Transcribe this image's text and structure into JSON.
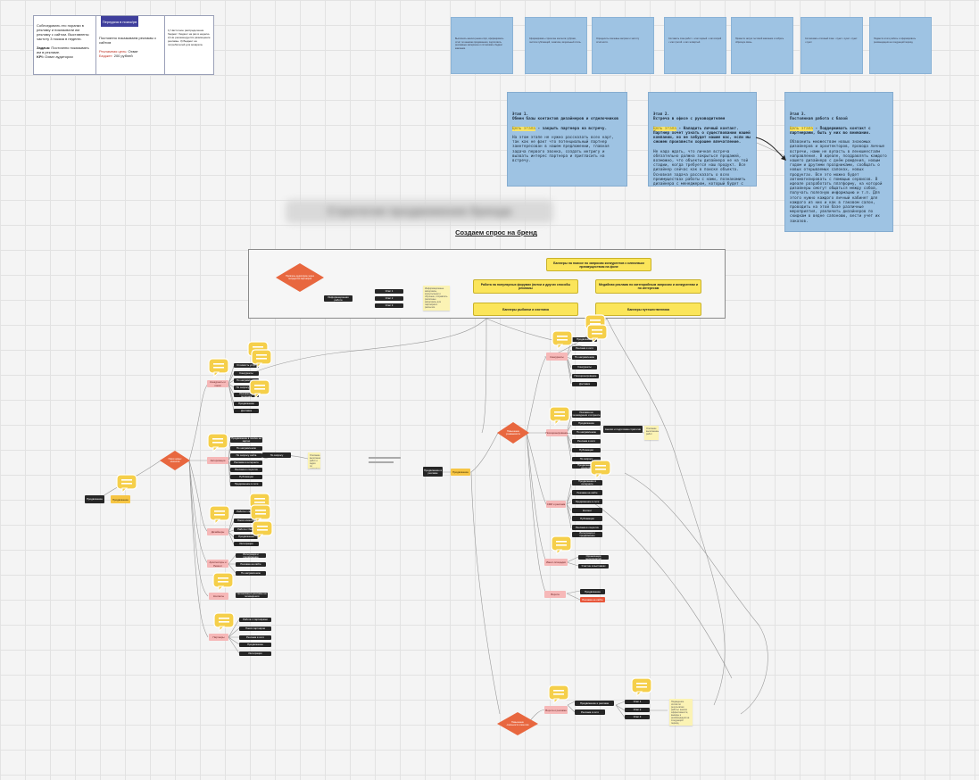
{
  "info_card": {
    "tag": "Передача в поиск/рв",
    "col1_line1": "Собеседовать это поранки в рекламу и показывали им рекламу с сайтом. Выставлены частоту 3 показа в неделю.",
    "col1_task_label": "Задача:",
    "col1_task_text": "Постоянно показывать им в рекламе.",
    "col1_kpi_label": "KPI:",
    "col1_kpi_text": "Охват аудитории",
    "col2_line1": "Постоянно показываем рекламы с сайтом",
    "col2_goal_label": "Рекламная цель:",
    "col2_goal_text": "Охват",
    "col2_budget_label": "Бюджет:",
    "col2_budget_text": "200 рублей",
    "col3_text": "1) Частотное распределение бюджет: бюджет на раз в неделю. 2) Не рекомендуется размещение рекламы. 3) Бюджет на потребителей для возврата."
  },
  "top_blue": [
    "Выполнить анализ рынка и ЦА, сформировать отчёт по каналам продвижения, подготовить рекламные материалы и согласовать бюджет кампании.",
    "Сформировать стратегию контента: рубрики, частота публикаций, тематика, визуальный стиль.",
    "Определить ключевые метрики и частоту отчётности.",
    "Составить план работ: • этап первый • этап второй • этап третий • этап четвёртый",
    "Провести запуск тестовой кампании и собрать обратную связь.",
    "Согласовать итоговый план: • пункт • пункт • пункт • пункт",
    "Подвести итоги работы и сформировать рекомендации на следующий период."
  ],
  "stages": [
    {
      "title": "Этап 1.",
      "subtitle": "Обмен базы контактов дизайнеров и отделочников",
      "goal": "Цель этапа",
      "goal_rest": " - закрыть партнера на встречу.",
      "body": "На этом этапе не нужно рассказать всех карт, так как не факт что потенциальный партнер заинтересован в нашем предложении, главная задача первого звонка, создать интригу и вызвать интерес партнера и пригласить на встречу."
    },
    {
      "title": "Этап 2.",
      "subtitle": "Встреча в офисе с руководителем",
      "goal": "Цель этапа",
      "goal_rest": " - Наладить личный контакт. Партнер хочет узнать о существовании нашей компании, но не забудет нашим нас, если мы сможем произвести хорошее впечатление.",
      "body": "Не надо ждать, что личная встреча обязательно должна закрыться продажей, возможно, что объекты дизайнера не на той стадии, когда требуется наш продукт. Все дизайнер сейчас как в поиске объекта. Основная задача рассказать о всех преимуществах работы с нами, познакомить дизайнера с менеджером, который будет с ним работать на стороне салона."
    },
    {
      "title": "Этап 3.",
      "subtitle": "Постоянная работа с базой",
      "goal": "Цель этапа",
      "goal_rest": " - Поддерживать контакт с партнерами, быть у них во внимании.",
      "body": "Обзвонить множеством новых знакомых дизайнеров и архитекторов, провода личные встречи, нами не вупасть в ленкшеесталм направления. В идеале, поздравлять каждого нашего дизайнера с днём рождения, новым годом и другими праздниками, сообщать о новых открываемых салонах, новых продуктах. Все это можно будет автоматизировать с помощью сервисов. В идеале разработать платформу, на которой дизайнеры смогут общаться между собой, получать полезную информацию и т.п. Для этого нужно каждого личный кабинет для каждого из них и как в таковом салон, проводить на этой базе различные мероприятия, увеличить дизайнеров по скидкам в ведне сапоновю, вести учет их заказов."
    }
  ],
  "blurred_heading": "Стратегия продвижения бренда",
  "section_title": "Создаем спрос на бренд",
  "frame": {
    "diamond_left": "Привлечь аудиторию через посредство партнёров",
    "black_node": "Информационная работа",
    "node_list": [
      "Этап 1",
      "Этап 2",
      "Этап 3"
    ],
    "note": "Информационные материалы, консультации и обучение, отправлять различные материалы для партнёров и рассылок.",
    "yellow_top": "Баннеры на поиске по запросам конкурентов с ключевым преимуществом на фоне",
    "yellow_mid_left": "Работа на популярных форумах (вотки и других способы рекламы",
    "yellow_mid_right": "Медийная реклама по категорийным запросам и конкурентам и по интересам",
    "yellow_bottom_left": "Баннеры рыбалки и охотника",
    "yellow_bottom_right": "Баннеры путешественника"
  },
  "left_tree": {
    "root": "Продвижение",
    "root_child": "Продвижение",
    "diamond": "Поиск новых клиентов",
    "b1": "Конкуренты и поиск",
    "b1_items": [
      "Стоимость услуг",
      "Конкуренты",
      "По направлению",
      "По запросу сайта",
      "Реклама по регионам",
      "Продвижение",
      "Доставка"
    ],
    "b2": "Авторизация",
    "b2_items": [
      "Продвижение в поиске на картах",
      "По направлению",
      "По запросу сайта",
      "Реклама в интернете",
      "Реклама в соцсетях",
      "Публикации",
      "Продвижение в сети",
      "По запросу"
    ],
    "b2_note": "Описание выполненных работ и задач по направлению",
    "b3": "Дизайнеры",
    "b3_items": [
      "Работа с сайтом",
      "Поиск клиентов",
      "Работа с базой",
      "Продвижение",
      "Интеграция"
    ],
    "b4": "Архитекторы и Ремонт",
    "b4_items": [
      "Интеграция и продвижение",
      "Реклама на сайте",
      "По направлению"
    ],
    "b5": "Контакты",
    "b5_items": [
      "Организация рекламы на телевидении"
    ],
    "b6": "Партнеры",
    "b6_items": [
      "Работа с партнёрами",
      "Поиск партнёров",
      "Реклама в сети",
      "Продвижение",
      "Интеграция"
    ]
  },
  "legend_lines": [
    "—",
    "—"
  ],
  "right_tree": {
    "root": "Продвижение в рекламе",
    "root_child": "Продвижение",
    "diamond": "Повышение узнаваемости",
    "c1": "Конкуренты",
    "c1_items": [
      "Продвижение",
      "Реклама в сети",
      "По направлению",
      "Конкуренты",
      "Позиционирование",
      "Доставка"
    ],
    "c2": "Позиционирование",
    "c2_items": [
      "Реклама на телевидении и в прессе",
      "Продвижение",
      "По направлению",
      "Реклама в сети",
      "Публикации",
      "По запросу",
      "Продвижение в соцсетях"
    ],
    "c2_note": "Описание выполненных работ",
    "c2_mid": "Анализ и подготовка стратегии",
    "c3": "СМИ и реклама",
    "c3_items": [
      "Продвижение в интернете",
      "Реклама на сайте",
      "Продвижение в сети",
      "Контент",
      "Публикации",
      "Реклама в соцсетях",
      "Интеграция и продвижение"
    ],
    "c4": "Ивент-площадки",
    "c4_items": [
      "Организация мероприятий",
      "Участие в выставках"
    ],
    "c5": "Ворота",
    "c5_items": [
      "Продвижение",
      "Реклама на сайте"
    ],
    "c6": "Ворота и реклама",
    "c6_items": [
      "Продвижение и реклама",
      "Реклама в сети"
    ],
    "c6_sub": [
      "Этап 1",
      "Этап 2",
      "Этап 3"
    ],
    "c6_note": "Подведение итогов по результатам работы: анализ эффективности, выводы и рекомендации на следующий период.",
    "diamond_bottom": "Повышение лояльности клиентов"
  },
  "colors": {
    "diamond": "#e8673f",
    "yellow": "#fbe55a",
    "blue": "#9ec3e3",
    "black_node": "#262626",
    "pink_node": "#f6b8b8",
    "comment": "#f5cf4a"
  }
}
